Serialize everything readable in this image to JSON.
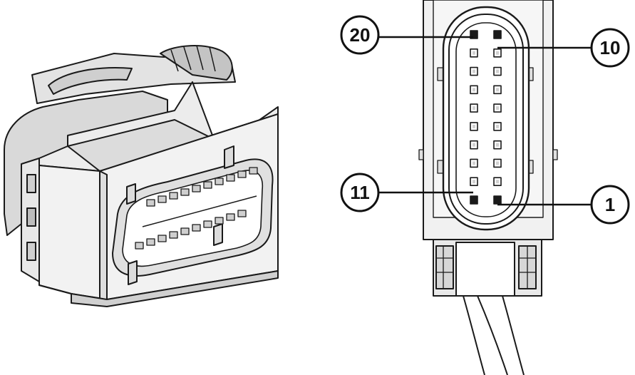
{
  "diagram": {
    "colors": {
      "line": "#1a1a1a",
      "fill_light": "#e6e6e6",
      "fill_mid": "#d2d2d2",
      "fill_dark": "#b8b8b8",
      "background": "#ffffff"
    },
    "callouts": [
      {
        "id": "pin-20",
        "label": "20"
      },
      {
        "id": "pin-10",
        "label": "10"
      },
      {
        "id": "pin-11",
        "label": "11"
      },
      {
        "id": "pin-1",
        "label": "1"
      }
    ],
    "pin_count": 20
  }
}
